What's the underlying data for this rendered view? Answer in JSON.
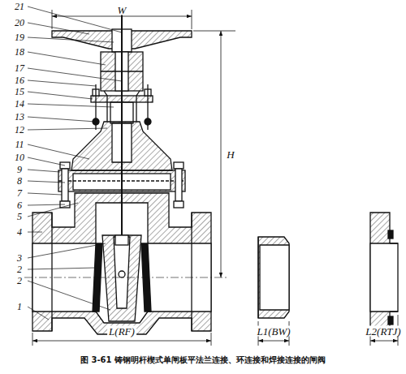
{
  "diagram": {
    "caption": "图 3-61 铸钢明杆楔式单闸板平法兰连接、环连接和焊接连接的闸阀",
    "labels": [
      "21",
      "20",
      "19",
      "18",
      "17",
      "16",
      "15",
      "14",
      "13",
      "12",
      "11",
      "10",
      "9",
      "8",
      "7",
      "6",
      "5",
      "4",
      "3",
      "2",
      "2",
      "1",
      "W",
      "H",
      "L(RF)",
      "L1(BW)",
      "L2(RTJ)"
    ]
  }
}
